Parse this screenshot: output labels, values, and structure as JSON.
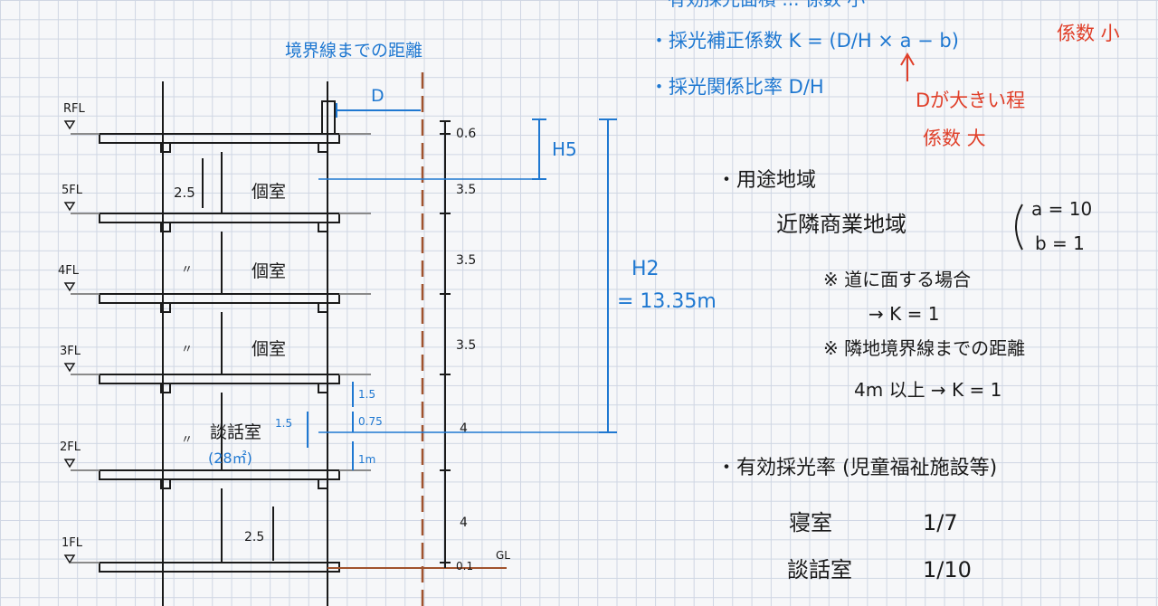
{
  "top_notes": {
    "line0": "有効採光面積 ... 係数 小",
    "correction": "・採光補正係数 K = (D/H × a − b)",
    "relation": "・採光関係比率 D/H",
    "red_small": "係数 小",
    "red_note": "Dが大きい程",
    "red_large": "係数 大"
  },
  "section": {
    "boundary_title": "境界線までの距離",
    "d_label": "D",
    "floors": [
      "RFL",
      "5FL",
      "4FL",
      "3FL",
      "2FL",
      "1FL"
    ],
    "gl": "GL",
    "rooms": [
      "個室",
      "個室",
      "個室",
      "談話室",
      "(28㎡)"
    ],
    "heights": [
      "0.6",
      "3.5",
      "3.5",
      "3.5",
      "4",
      "4",
      "0.1"
    ],
    "ceiling_height": "2.5",
    "ditto": "〃",
    "ditto_2fl": "〃",
    "ceiling_1fl": "2.5",
    "win_dims": [
      "1.5",
      "0.75",
      "1m",
      "1.5"
    ],
    "h5": "H5",
    "h2": "H2",
    "h2_value": "= 13.35m"
  },
  "right_notes": {
    "use_zone": "・用途地域",
    "zone": "近隣商業地域",
    "a": "a = 10",
    "b": "b = 1",
    "road_note": "※ 道に面する場合",
    "road_k": "→ K = 1",
    "boundary_note": "※ 隣地境界線までの距離",
    "boundary_k": "4m 以上 → K = 1",
    "effective": "・有効採光率 (児童福祉施設等)",
    "bedroom": "寝室",
    "bedroom_ratio": "1/7",
    "lounge": "談話室",
    "lounge_ratio": "1/10"
  },
  "colors": {
    "ink": "#1a1a1a",
    "blue": "#1f78d1",
    "red": "#e0402a",
    "gray": "#8a8a8a",
    "brown": "#a0522d"
  }
}
